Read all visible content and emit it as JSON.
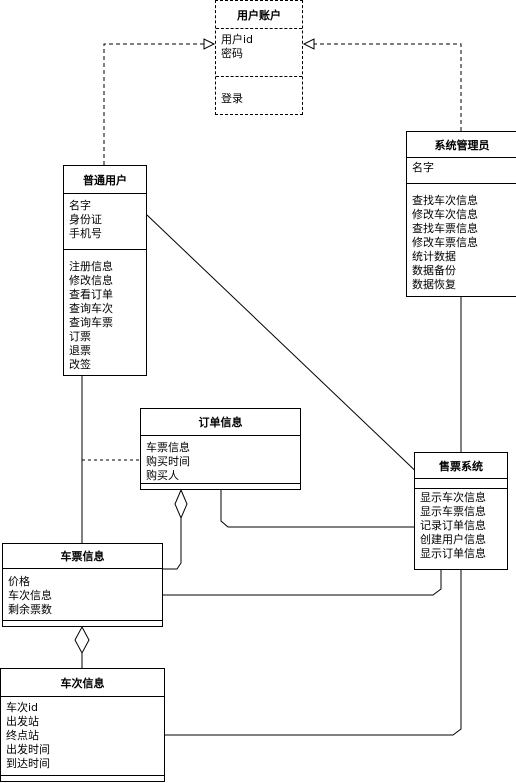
{
  "classes": {
    "user_account": {
      "name": "用户账户",
      "attributes": [
        "用户id",
        "密码"
      ],
      "operations": [
        "登录"
      ]
    },
    "system_admin": {
      "name": "系统管理员",
      "attributes": [
        "名字"
      ],
      "operations": [
        "查找车次信息",
        "修改车次信息",
        "查找车票信息",
        "修改车票信息",
        "统计数据",
        "数据备份",
        "数据恢复"
      ]
    },
    "normal_user": {
      "name": "普通用户",
      "attributes": [
        "名字",
        "身份证",
        "手机号"
      ],
      "operations": [
        "注册信息",
        "修改信息",
        "查看订单",
        "查询车次",
        "查询车票",
        "订票",
        "退票",
        "改签"
      ]
    },
    "order_info": {
      "name": "订单信息",
      "attributes": [
        "车票信息",
        "购买时间",
        "购买人"
      ],
      "operations": []
    },
    "ticket_system": {
      "name": "售票系统",
      "attributes": [],
      "operations": [
        "显示车次信息",
        "显示车票信息",
        "记录订单信息",
        "创建用户信息",
        "显示订单信息"
      ]
    },
    "ticket_info": {
      "name": "车票信息",
      "attributes": [
        "价格",
        "车次信息",
        "剩余票数"
      ],
      "operations": []
    },
    "train_info": {
      "name": "车次信息",
      "attributes": [
        "车次id",
        "出发站",
        "终点站",
        "出发时间",
        "到达时间"
      ],
      "operations": []
    }
  }
}
